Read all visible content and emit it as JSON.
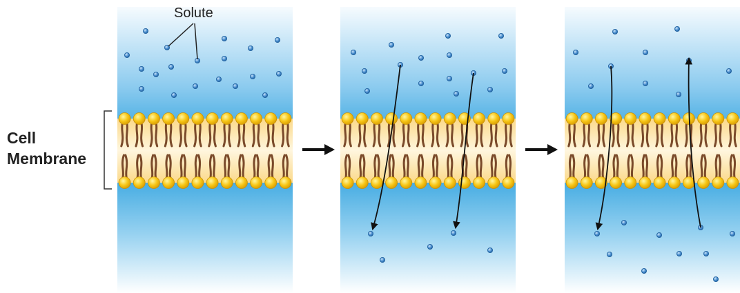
{
  "labels": {
    "solute": "Solute",
    "membrane_line1": "Cell",
    "membrane_line2": "Membrane"
  },
  "colors": {
    "water_top": "#f6fbfe",
    "water_mid": "#4aaee3",
    "lipid_head": "#f5c518",
    "lipid_head_edge": "#c99206",
    "lipid_tail": "#7a4a2a",
    "membrane_core": "#fde9b3",
    "solute": "#4a8fd0",
    "solute_edge": "#1f5f9c",
    "arrow": "#111111"
  },
  "panels": [
    {
      "name": "panel-before",
      "description_state": "solute concentrated above membrane"
    },
    {
      "name": "panel-diffusing",
      "description_state": "solute crossing membrane downward"
    },
    {
      "name": "panel-equilibrium",
      "description_state": "solute distributed on both sides"
    }
  ]
}
